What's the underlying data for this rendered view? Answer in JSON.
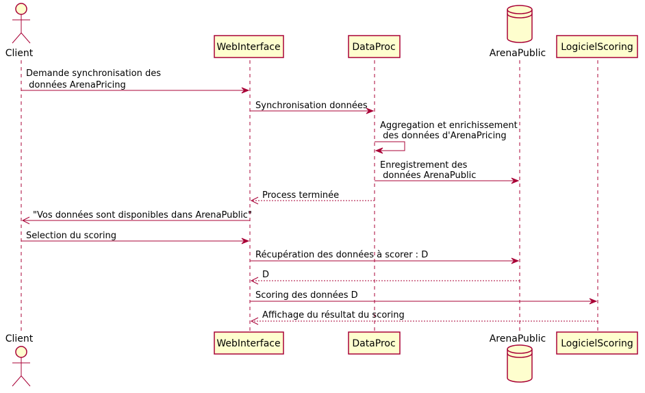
{
  "diagram": {
    "type": "sequence",
    "participants": [
      {
        "id": "client",
        "name": "Client",
        "kind": "actor"
      },
      {
        "id": "webinterface",
        "name": "WebInterface",
        "kind": "participant"
      },
      {
        "id": "dataproc",
        "name": "DataProc",
        "kind": "participant"
      },
      {
        "id": "arenapublic",
        "name": "ArenaPublic",
        "kind": "database"
      },
      {
        "id": "logicielscoring",
        "name": "LogicielScoring",
        "kind": "participant"
      }
    ],
    "messages": [
      {
        "from": "client",
        "to": "webinterface",
        "style": "solid",
        "lines": [
          "Demande synchronisation des",
          " données ArenaPricing"
        ]
      },
      {
        "from": "webinterface",
        "to": "dataproc",
        "style": "solid",
        "lines": [
          "Synchronisation données"
        ]
      },
      {
        "from": "dataproc",
        "to": "dataproc",
        "style": "solid",
        "lines": [
          "Aggregation et enrichissement",
          " des données d'ArenaPricing"
        ]
      },
      {
        "from": "dataproc",
        "to": "arenapublic",
        "style": "solid",
        "lines": [
          "Enregistrement des",
          " données ArenaPublic"
        ]
      },
      {
        "from": "dataproc",
        "to": "webinterface",
        "style": "dashed",
        "lines": [
          "Process terminée"
        ]
      },
      {
        "from": "webinterface",
        "to": "client",
        "style": "solid",
        "lines": [
          "\"Vos données sont disponibles dans ArenaPublic\""
        ]
      },
      {
        "from": "client",
        "to": "webinterface",
        "style": "solid",
        "lines": [
          "Selection du scoring"
        ]
      },
      {
        "from": "webinterface",
        "to": "arenapublic",
        "style": "solid",
        "lines": [
          "Récupération des données à scorer : D"
        ]
      },
      {
        "from": "arenapublic",
        "to": "webinterface",
        "style": "dashed",
        "lines": [
          "D"
        ]
      },
      {
        "from": "webinterface",
        "to": "logicielscoring",
        "style": "solid",
        "lines": [
          "Scoring des données D"
        ]
      },
      {
        "from": "logicielscoring",
        "to": "webinterface",
        "style": "dashed",
        "lines": [
          "Affichage du résultat du scoring"
        ]
      }
    ],
    "colors": {
      "line": "#A80036",
      "box_fill": "#FEFECE"
    }
  }
}
